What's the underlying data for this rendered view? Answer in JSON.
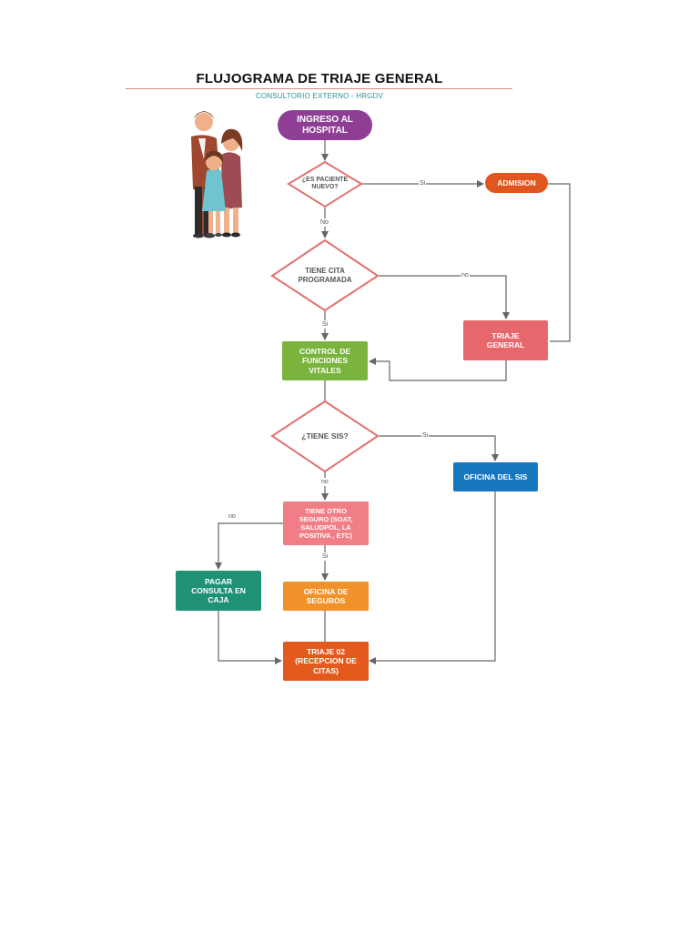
{
  "header": {
    "title": "FLUJOGRAMA DE TRIAJE GENERAL",
    "subtitle": "CONSULTORIO EXTERNO - HRGDV"
  },
  "colors": {
    "purple": "#8e3f95",
    "orange_red": "#e1561f",
    "red_pink": "#e7686c",
    "green": "#7ab43c",
    "blue": "#1677bf",
    "coral": "#f17e86",
    "teal": "#1f9275",
    "orange": "#f0912a",
    "dark_orange": "#e45a1d",
    "diamond_border": "#e07272",
    "arrow": "#666666"
  },
  "nodes": {
    "ingreso": "INGRESO AL\nHOSPITAL",
    "es_paciente_nuevo": "¿ES PACIENTE\nNUEVO?",
    "admision": "ADMISION",
    "tiene_cita": "TIENE CITA\nPROGRAMADA",
    "triaje_general": "TRIAJE\nGENERAL",
    "control_funciones": "CONTROL DE\nFUNCIONES\nVITALES",
    "tiene_sis": "¿TIENE SIS?",
    "oficina_sis": "OFICINA DEL SIS",
    "tiene_otro_seguro": "TIENE OTRO\nSEGURO (SOAT,\nSALUDPOL, LA\nPOSITIVA , ETC)",
    "pagar_consulta": "PAGAR\nCONSULTA EN\nCAJA",
    "oficina_seguros": "OFICINA DE\nSEGUROS",
    "triaje_02": "TRIAJE 02\n(RECEPCION DE\nCITAS)"
  },
  "edge_labels": {
    "nuevo_si": "Si",
    "nuevo_no": "No",
    "cita_no": "no",
    "cita_si": "Si",
    "sis_si": "Si",
    "sis_no": "no",
    "otro_no": "no",
    "otro_si": "Si"
  }
}
